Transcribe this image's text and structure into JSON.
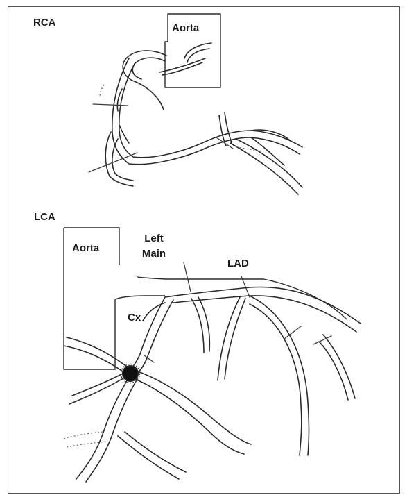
{
  "panels": {
    "rca": {
      "heading": "RCA",
      "aorta_label": "Aorta"
    },
    "lca": {
      "heading": "LCA",
      "aorta_label": "Aorta",
      "left_main_label_line1": "Left",
      "left_main_label_line2": "Main",
      "lad_label": "LAD",
      "cx_label": "Cx"
    }
  },
  "colors": {
    "line": "#2a2a2a",
    "background": "#ffffff",
    "lesion": "#111111"
  }
}
